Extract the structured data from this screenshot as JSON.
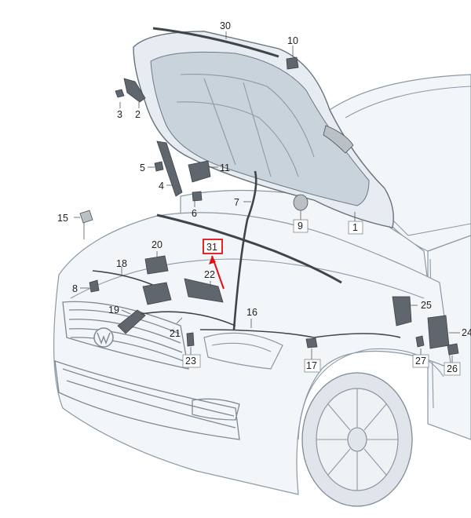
{
  "callouts": [
    {
      "id": "c30",
      "text": "30"
    },
    {
      "id": "c10",
      "text": "10"
    },
    {
      "id": "c3",
      "text": "3"
    },
    {
      "id": "c2",
      "text": "2"
    },
    {
      "id": "c5",
      "text": "5"
    },
    {
      "id": "c11",
      "text": "11"
    },
    {
      "id": "c4",
      "text": "4"
    },
    {
      "id": "c6",
      "text": "6"
    },
    {
      "id": "c7",
      "text": "7"
    },
    {
      "id": "c9",
      "text": "9"
    },
    {
      "id": "c1",
      "text": "1"
    },
    {
      "id": "c15",
      "text": "15"
    },
    {
      "id": "c20",
      "text": "20"
    },
    {
      "id": "c31",
      "text": "31"
    },
    {
      "id": "c18",
      "text": "18"
    },
    {
      "id": "c22",
      "text": "22"
    },
    {
      "id": "c8",
      "text": "8"
    },
    {
      "id": "c19",
      "text": "19"
    },
    {
      "id": "c16",
      "text": "16"
    },
    {
      "id": "c25",
      "text": "25"
    },
    {
      "id": "c24",
      "text": "24"
    },
    {
      "id": "c21",
      "text": "21"
    },
    {
      "id": "c23",
      "text": "23"
    },
    {
      "id": "c17",
      "text": "17"
    },
    {
      "id": "c27",
      "text": "27"
    },
    {
      "id": "c26",
      "text": "26"
    }
  ],
  "highlight": {
    "callout": "31",
    "color": "#e01010"
  },
  "colors": {
    "line": "#8a9aa8",
    "part": "#5f666d",
    "highlight": "#e01010"
  }
}
